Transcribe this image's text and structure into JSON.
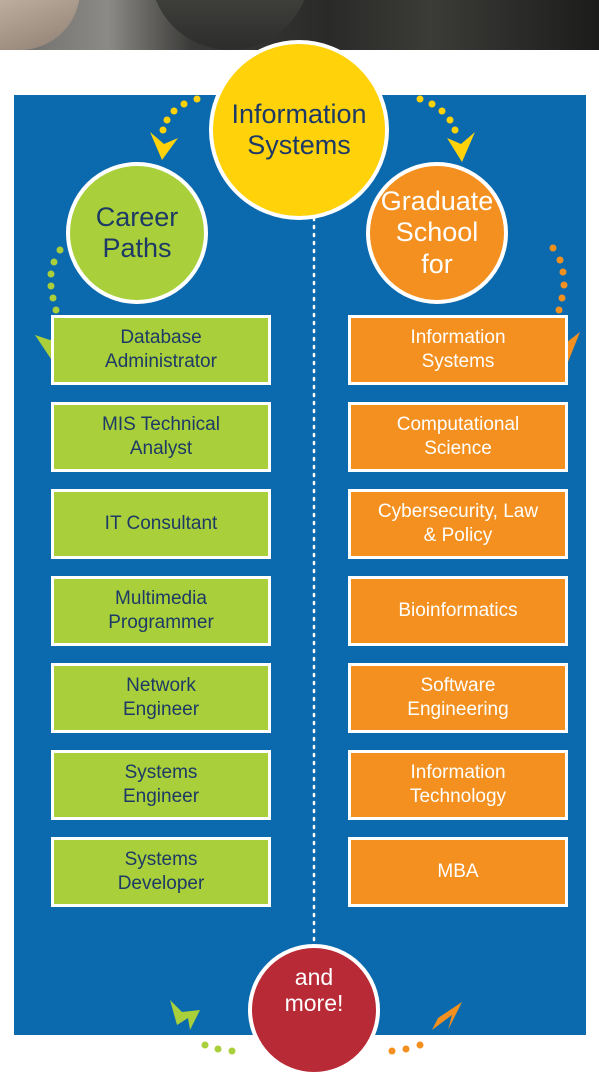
{
  "top_circle": {
    "label": "Information\nSystems"
  },
  "left_circle": {
    "label": "Career\nPaths"
  },
  "right_circle": {
    "label": "Graduate\nSchool\nfor"
  },
  "bottom_circle": {
    "label": "and\nmore!"
  },
  "career_paths": [
    "Database\nAdministrator",
    "MIS Technical\nAnalyst",
    "IT Consultant",
    "Multimedia\nProgrammer",
    "Network\nEngineer",
    "Systems\nEngineer",
    "Systems\nDeveloper"
  ],
  "graduate_programs": [
    "Information\nSystems",
    "Computational\nScience",
    "Cybersecurity, Law\n& Policy",
    "Bioinformatics",
    "Software\nEngineering",
    "Information\nTechnology",
    "MBA"
  ],
  "colors": {
    "panel": "#0b6aae",
    "yellow": "#ffd20a",
    "green": "#a9cf3a",
    "orange": "#f3901f",
    "red": "#b82a35"
  }
}
